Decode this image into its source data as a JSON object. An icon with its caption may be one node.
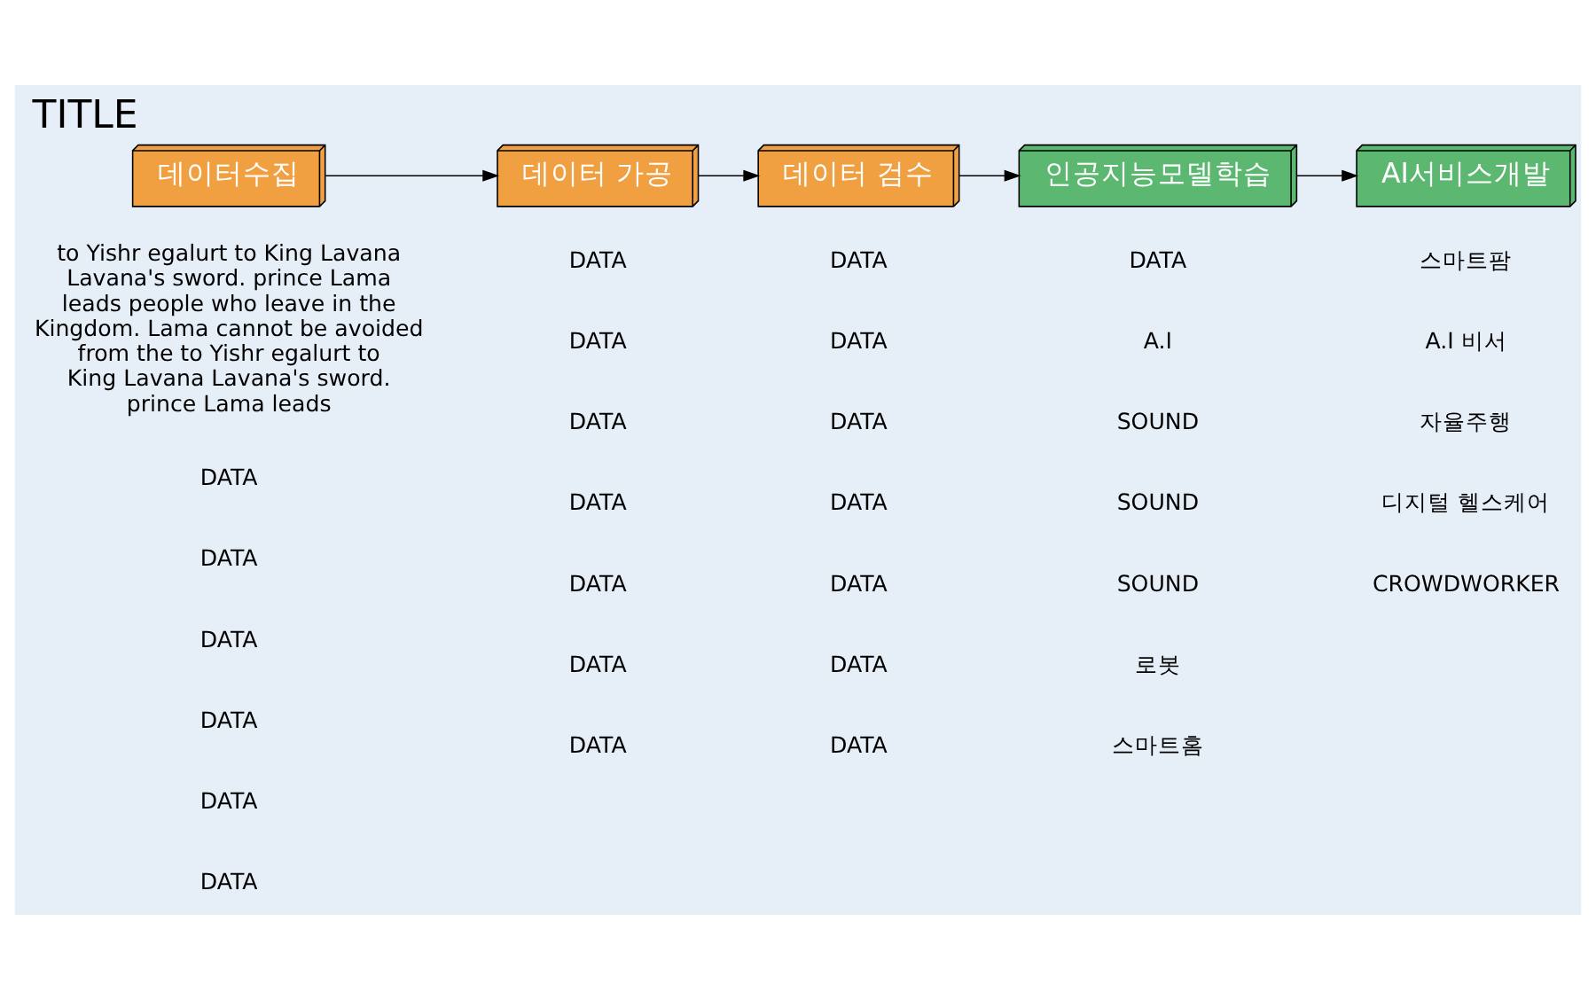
{
  "diagram": {
    "title": "TITLE",
    "nodes": [
      {
        "text": [
          "데이터수집"
        ]
      },
      {
        "text": [
          "데이터 가공"
        ]
      },
      {
        "text": [
          "데이터 검수"
        ]
      },
      {
        "text": [
          "인공지능모델학습"
        ]
      },
      {
        "text": [
          "AI서비스개발"
        ]
      }
    ],
    "edges": [
      {
        "from": 0,
        "to": 1,
        "arrow": "to"
      },
      {
        "from": 1,
        "to": 2,
        "arrow": "to"
      },
      {
        "from": 2,
        "to": 3,
        "arrow": "to"
      },
      {
        "from": 3,
        "to": 4,
        "arrow": "to"
      }
    ],
    "labels": [
      "to Yishr egalurt to King Lavana Lavana's sword. prince Lama leads people who leave in the Kingdom. Lama cannot be avoided from the to Yishr egalurt to King Lavana Lavana's sword. prince Lama leads",
      "DATA",
      "DATA",
      "DATA",
      "DATA",
      "DATA",
      "DATA",
      "DATA",
      "DATA",
      "DATA",
      "DATA",
      "DATA",
      "DATA",
      "DATA",
      "DATA",
      "DATA",
      "DATA",
      "DATA",
      "DATA",
      "DATA",
      "DATA",
      "DATA",
      "A.I",
      "SOUND",
      "SOUND",
      "SOUND",
      "로봇",
      "스마트홈",
      "스마트팜",
      "A.I 비서",
      "자율주행",
      "디지털 헬스케어",
      "CROWDWORKER"
    ]
  }
}
